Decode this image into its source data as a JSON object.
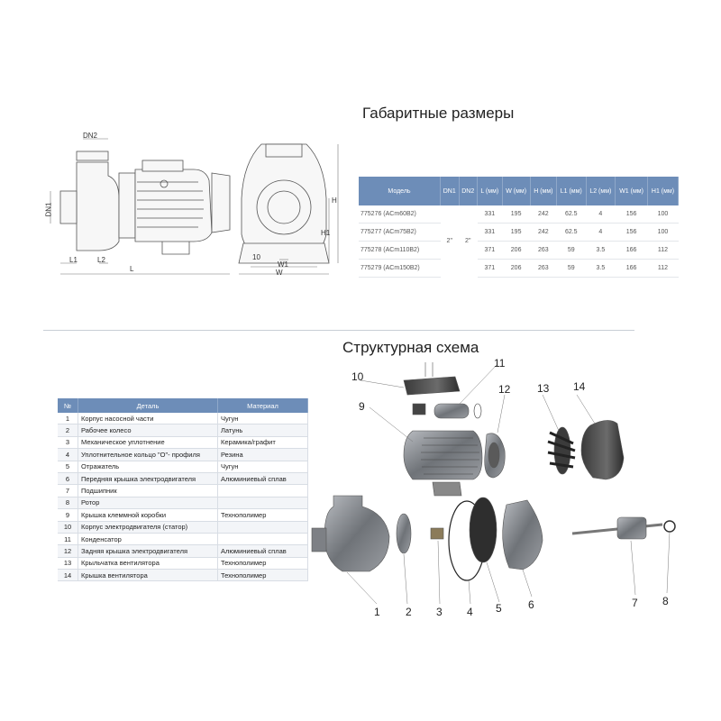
{
  "titles": {
    "dimensions": "Габаритные размеры",
    "structure": "Структурная схема"
  },
  "drawing_labels": {
    "dn2": "DN2",
    "dn1": "DN1",
    "l1": "L1",
    "l2": "L2",
    "l": "L",
    "h": "H",
    "h1": "H1",
    "dim10": "10",
    "w1": "W1",
    "w": "W"
  },
  "dimensions_table": {
    "headers": [
      "Модель",
      "DN1",
      "DN2",
      "L (мм)",
      "W (мм)",
      "H (мм)",
      "L1 (мм)",
      "L2 (мм)",
      "W1 (мм)",
      "H1 (мм)"
    ],
    "dn1": "2\"",
    "dn2": "2\"",
    "rows": [
      {
        "model": "775276 (ACm60B2)",
        "L": "331",
        "W": "195",
        "H": "242",
        "L1": "62.5",
        "L2": "4",
        "W1": "156",
        "H1": "100"
      },
      {
        "model": "775277 (ACm75B2)",
        "L": "331",
        "W": "195",
        "H": "242",
        "L1": "62.5",
        "L2": "4",
        "W1": "156",
        "H1": "100"
      },
      {
        "model": "775278 (ACm110B2)",
        "L": "371",
        "W": "206",
        "H": "263",
        "L1": "59",
        "L2": "3.5",
        "W1": "166",
        "H1": "112"
      },
      {
        "model": "775279 (ACm150B2)",
        "L": "371",
        "W": "206",
        "H": "263",
        "L1": "59",
        "L2": "3.5",
        "W1": "166",
        "H1": "112"
      }
    ]
  },
  "parts_table": {
    "headers": [
      "№",
      "Деталь",
      "Материал"
    ],
    "rows": [
      {
        "n": "1",
        "part": "Корпус насосной части",
        "material": "Чугун"
      },
      {
        "n": "2",
        "part": "Рабочее колесо",
        "material": "Латунь"
      },
      {
        "n": "3",
        "part": "Механическое уплотнение",
        "material": "Керамика/графит"
      },
      {
        "n": "4",
        "part": "Уплотнительное кольцо \"О\"- профиля",
        "material": "Резина"
      },
      {
        "n": "5",
        "part": "Отражатель",
        "material": "Чугун"
      },
      {
        "n": "6",
        "part": "Передняя крышка электродвигателя",
        "material": "Алюминиевый сплав"
      },
      {
        "n": "7",
        "part": "Подшипник",
        "material": ""
      },
      {
        "n": "8",
        "part": "Ротор",
        "material": ""
      },
      {
        "n": "9",
        "part": "Крышка клеммной коробки",
        "material": "Технополимер"
      },
      {
        "n": "10",
        "part": "Корпус электродвигателя (статор)",
        "material": ""
      },
      {
        "n": "11",
        "part": "Конденсатор",
        "material": ""
      },
      {
        "n": "12",
        "part": "Задняя крышка электродвигателя",
        "material": "Алюминиевый сплав"
      },
      {
        "n": "13",
        "part": "Крыльчатка вентилятора",
        "material": "Технополимер"
      },
      {
        "n": "14",
        "part": "Крышка вентилятора",
        "material": "Технополимер"
      }
    ]
  },
  "callouts": [
    "1",
    "2",
    "3",
    "4",
    "5",
    "6",
    "7",
    "8",
    "9",
    "10",
    "11",
    "12",
    "13",
    "14"
  ],
  "colors": {
    "header": "#6d8db8",
    "metal": "#8a8d92",
    "line": "#666666"
  }
}
